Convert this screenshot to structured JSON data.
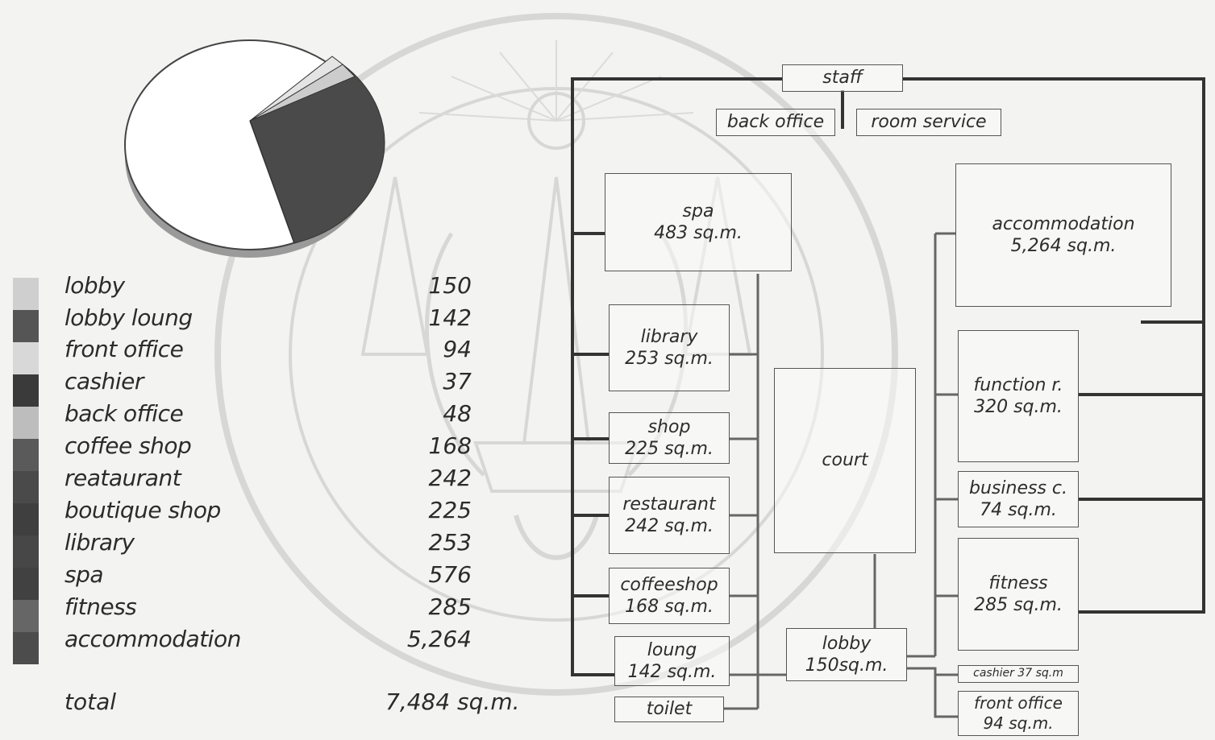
{
  "legend": [
    {
      "label": "lobby",
      "value": "150",
      "color": "#cfcfcf"
    },
    {
      "label": "lobby loung",
      "value": "142",
      "color": "#555555"
    },
    {
      "label": "front office",
      "value": "94",
      "color": "#d8d8d8"
    },
    {
      "label": "cashier",
      "value": "37",
      "color": "#3a3a3a"
    },
    {
      "label": "back office",
      "value": "48",
      "color": "#bdbdbd"
    },
    {
      "label": "coffee shop",
      "value": "168",
      "color": "#5a5a5a"
    },
    {
      "label": "reataurant",
      "value": "242",
      "color": "#4a4a4a"
    },
    {
      "label": "boutique shop",
      "value": "225",
      "color": "#3f3f3f"
    },
    {
      "label": "library",
      "value": "253",
      "color": "#474747"
    },
    {
      "label": "spa",
      "value": "576",
      "color": "#414141"
    },
    {
      "label": "fitness",
      "value": "285",
      "color": "#666666"
    },
    {
      "label": "accommodation",
      "value": "5,264",
      "color": "#4c4c4c"
    }
  ],
  "total": {
    "label": "total",
    "value": "7,484 sq.m."
  },
  "diagram": {
    "staff": "staff",
    "back_office": "back office",
    "room_service": "room service",
    "spa": {
      "name": "spa",
      "area": "483 sq.m."
    },
    "library": {
      "name": "library",
      "area": "253 sq.m."
    },
    "shop": {
      "name": "shop",
      "area": "225 sq.m."
    },
    "restaurant": {
      "name": "restaurant",
      "area": "242 sq.m."
    },
    "coffeeshop": {
      "name": "coffeeshop",
      "area": "168 sq.m."
    },
    "loung": {
      "name": "loung",
      "area": "142 sq.m."
    },
    "toilet": "toilet",
    "court": "court",
    "lobby": {
      "name": "lobby",
      "area": "150sq.m."
    },
    "accommodation": {
      "name": "accommodation",
      "area": "5,264 sq.m."
    },
    "function_room": {
      "name": "function r.",
      "area": "320 sq.m."
    },
    "business_center": {
      "name": "business c.",
      "area": "74 sq.m."
    },
    "fitness": {
      "name": "fitness",
      "area": "285 sq.m."
    },
    "cashier": "cashier 37 sq.m",
    "front_office": {
      "name": "front office",
      "area": "94 sq.m."
    }
  },
  "colors": {
    "line": "#333333",
    "box_border": "#555555",
    "pie_dark": "#4a4a4a",
    "pie_light": "#ffffff"
  }
}
